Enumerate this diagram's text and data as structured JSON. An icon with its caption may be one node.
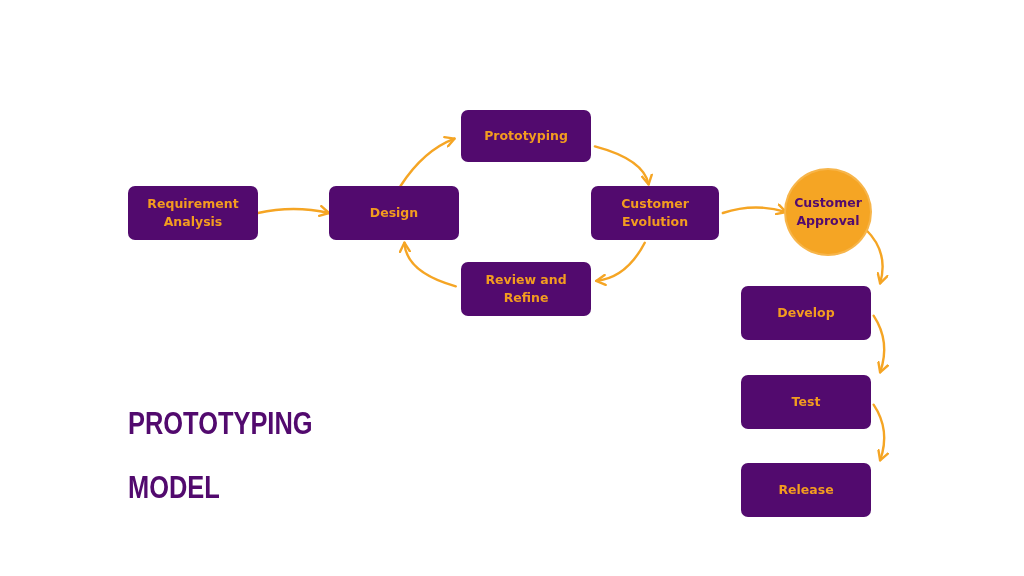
{
  "diagram": {
    "title": "PROTOTYPING MODEL",
    "nodes": [
      {
        "text": [
          "Requirement Analysis"
        ]
      },
      {
        "text": [
          "Design"
        ]
      },
      {
        "text": [
          "Prototyping"
        ]
      },
      {
        "text": [
          "Customer Evolution"
        ]
      },
      {
        "text": [
          "Customer Approval"
        ]
      },
      {
        "text": [
          "Review and Refine"
        ]
      },
      {
        "text": [
          "Develop"
        ]
      },
      {
        "text": [
          "Test"
        ]
      },
      {
        "text": [
          "Release"
        ]
      }
    ],
    "edges": [
      {
        "from": 0,
        "to": 1,
        "arrow": "to"
      },
      {
        "from": 1,
        "to": 2,
        "arrow": "to"
      },
      {
        "from": 2,
        "to": 3,
        "arrow": "to"
      },
      {
        "from": 3,
        "to": 5,
        "arrow": "to"
      },
      {
        "from": 5,
        "to": 1,
        "arrow": "to"
      },
      {
        "from": 3,
        "to": 4,
        "arrow": "to"
      },
      {
        "from": 4,
        "to": 6,
        "arrow": "to"
      },
      {
        "from": 6,
        "to": 7,
        "arrow": "to"
      },
      {
        "from": 7,
        "to": 8,
        "arrow": "to"
      }
    ]
  }
}
